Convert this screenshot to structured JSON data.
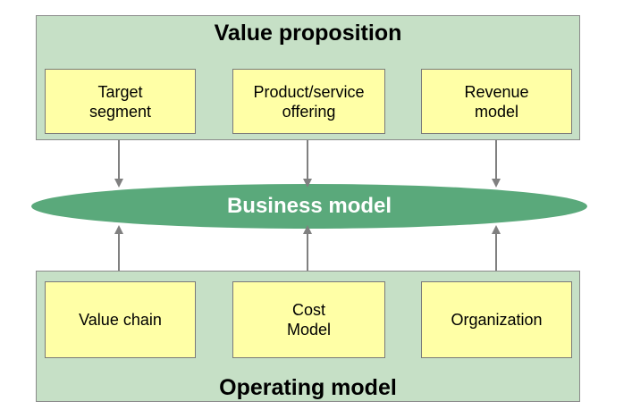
{
  "value_proposition": {
    "title": "Value proposition",
    "boxes": [
      {
        "label": "Target\nsegment"
      },
      {
        "label": "Product/service\noffering"
      },
      {
        "label": "Revenue\nmodel"
      }
    ]
  },
  "business_model": {
    "label": "Business model"
  },
  "operating_model": {
    "title": "Operating model",
    "boxes": [
      {
        "label": "Value chain"
      },
      {
        "label": "Cost\nModel"
      },
      {
        "label": "Organization"
      }
    ]
  },
  "colors": {
    "panel_fill": "#c6e0c6",
    "box_fill": "#ffffa6",
    "ellipse_fill": "#5aa97b",
    "arrow": "#808080"
  }
}
